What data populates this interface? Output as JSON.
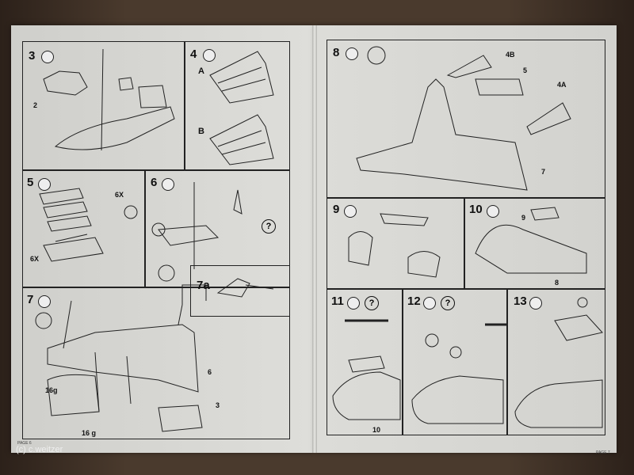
{
  "watermark": "(c) c.weitzer",
  "steps": {
    "s3": "3",
    "s4": "4",
    "s5": "5",
    "s6": "6",
    "s7": "7",
    "s7a": "7a",
    "s8": "8",
    "s9": "9",
    "s10": "10",
    "s11": "11",
    "s12": "12",
    "s13": "13"
  },
  "labels": {
    "a": "A",
    "b": "B",
    "n2": "2",
    "n4b": "4B",
    "n5": "5",
    "n4a": "4A",
    "n7": "7",
    "n6": "6",
    "n3": "3",
    "n9": "9",
    "n8": "8",
    "n10": "10",
    "q": "?",
    "g16a": "16g",
    "g16b": "16 g",
    "x6a": "6X",
    "x6b": "6X",
    "page_left": "PAGE 6",
    "page_right": "PAGE 7"
  },
  "colors": {
    "paper": "#d6d6d2",
    "ink": "#222222",
    "table": "#3d3026"
  }
}
